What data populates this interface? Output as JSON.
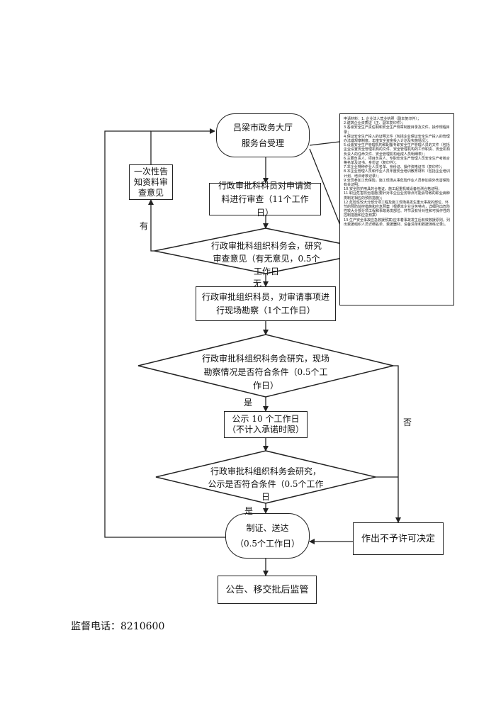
{
  "nodes": {
    "hall": "吕梁市政务大厅服务台受理",
    "notify": "一次性告知资料审查意见",
    "review": "行政审批科科员对申请资料进行审查（11个工作日）",
    "meeting1": "行政审批科组织科务会，研究审查意见（有无意见，0.5个工作日",
    "inspect": "行政审批组织科员，对审请事项进行现场勘察（1个工作日）",
    "meeting2": "行政审批科组织科务会研究，现场勘察情况是否符合条件（0.5个工作日）",
    "publicity_line1": "公示 10 个工作日",
    "publicity_line2": "（不计入承诺时限）",
    "meeting3": "行政审批科组织科务会研究，公示是否符合条件（0.5个工作日",
    "issue_line1": "制证、送达",
    "issue_line2": "（0.5个工作日）",
    "deny": "作出不予许可决定",
    "announce": "公告、移交批后监管"
  },
  "edge_labels": {
    "has": "有",
    "none": "无",
    "yes1": "是",
    "no": "否",
    "yes2": "是"
  },
  "materials": [
    "申请材料：1. 企业法人营业执照（副本复印件）；",
    "2.建筑企业资质证（正、副本复印件）；",
    "3.各级安全生产责任制和安全生产规章制度目录及文件，操作规程目录；",
    "4.保证安全生产投入的证明文件（包括企业保证安全生产投入的管理办法或规章制度、年度安全资金投入计划及实施情况）；",
    "5.设置安全生产管理机构和配备专职安全生产管理人员的文件（包括企业设置安全管理机构的文件、安全管理机构的工作职责、安全机构负责人的任命文件、安全管理机构组成人员明细表）；",
    "6.主要负责人、项目负责人、专职安全生产管理人员安全生产考核合格名单及证书、身份证（复印件）；",
    "7.本企业特种作业人员名单、身份证、操作资格证书（复印件）；",
    "8.本企业管理人员和作业人员年度安全培训教育材料（包括企业培训计划、培训考核记录）；",
    "9.全员参加工伤保险，施工现场从事危险作业人员参加意外伤害保险有关证明；",
    "10.安全防护用具的合格证，施工起重机械设备检测合格证明；",
    "11.职业危害防治措施(要针对本企业业务特点可能会导致的职业病种类制定相应的预防措施)；",
    "12.危险性较大分部分项工程及施工现场易发生重大事故的部位、环节的预防监控措施和应急预案（根据本企业业务特点，详细列出危险性较大分部分项工程和事故易发部位、环节及有针对性和可操作性的控制措施和应急预案）",
    "13.生产安全事故应急救援预案(应本着事故发生后有效救援原则，列出救援组织人员详细名单、救援器材、设备清单和救援演练记录)。"
  ],
  "footer": {
    "label": "监督电话：",
    "phone": "8210600"
  }
}
